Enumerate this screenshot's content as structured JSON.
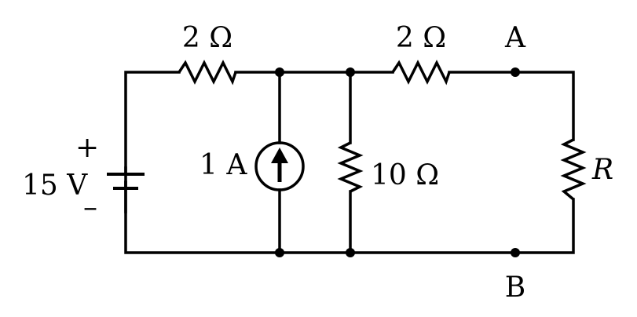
{
  "labels": {
    "r_left": "2 Ω",
    "r_top_right": "2 Ω",
    "r_middle": "10 Ω",
    "r_load": "R",
    "current_source": "1 A",
    "voltage_source": "15 V",
    "plus_sign": "+",
    "minus_sign": "–",
    "terminal_a": "A",
    "terminal_b": "B"
  }
}
